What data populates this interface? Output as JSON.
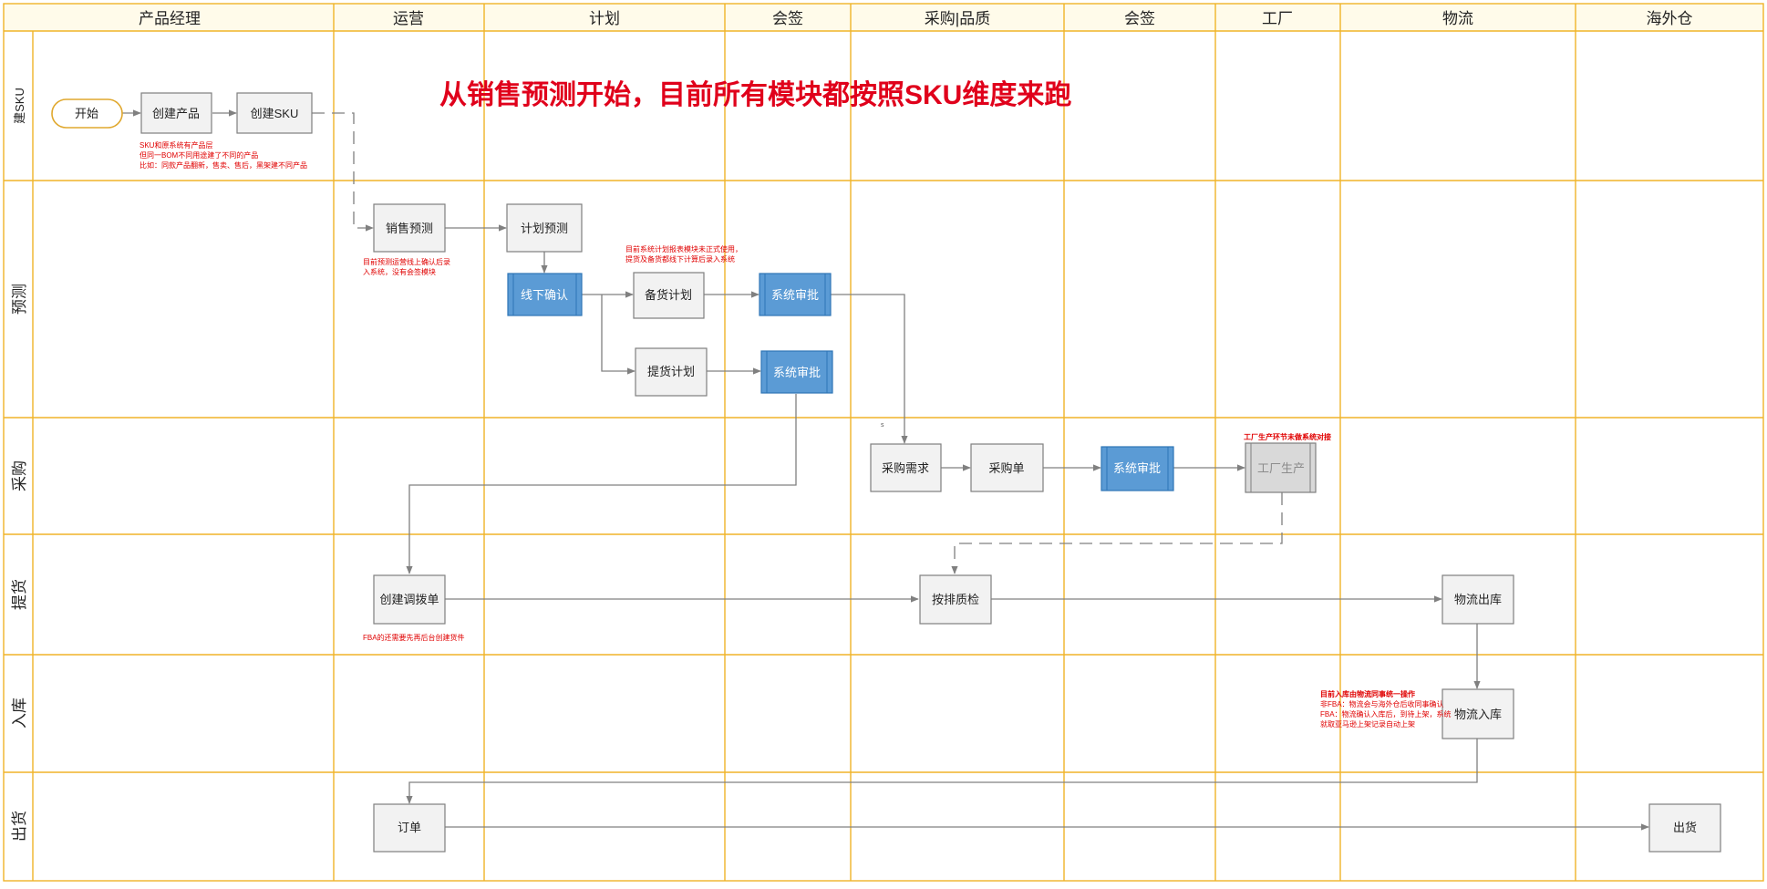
{
  "colors": {
    "grid": "#F0B429",
    "header_bg": "#FFFBEA",
    "edge": "#808080",
    "note": "#E00000",
    "title": "#E0001B",
    "node_bg": "#F2F2F2",
    "node_border": "#7F7F7F",
    "approval_bg": "#5B9BD5",
    "approval_border": "#2E75B6",
    "factory_bg": "#D9D9D9",
    "terminal_border": "#E0A82E"
  },
  "title": "从销售预测开始，目前所有模块都按照SKU维度来跑",
  "columns": [
    "产品经理",
    "运营",
    "计划",
    "会签",
    "采购|品质",
    "会签",
    "工厂",
    "物流",
    "海外仓"
  ],
  "lanes": [
    "建SKU",
    "预测",
    "采购",
    "提货",
    "入库",
    "出货"
  ],
  "nodes": {
    "start": "开始",
    "create_product": "创建产品",
    "create_sku": "创建SKU",
    "sales_forecast": "销售预测",
    "plan_forecast": "计划预测",
    "offline_confirm": "线下确认",
    "stock_plan": "备货计划",
    "approval_1": "系统审批",
    "pickup_plan": "提货计划",
    "approval_2": "系统审批",
    "purchase_demand": "采购需求",
    "purchase_order": "采购单",
    "approval_3": "系统审批",
    "factory_production": "工厂生产",
    "transfer_order": "创建调拨单",
    "quality_check": "按排质检",
    "logistics_out": "物流出库",
    "logistics_in": "物流入库",
    "order": "订单",
    "ship": "出货"
  },
  "notes": {
    "sku_note": [
      "SKU和原系统有产品层",
      "但同一BOM不同用途建了不同的产品",
      "比如：同款产品翻新，售卖、售后，黑架建不同产品"
    ],
    "forecast_note": [
      "目前预测运营线上确认后录",
      "入系统，没有会签模块"
    ],
    "plan_note": [
      "目前系统计划报表模块未正式使用，",
      "提货及备货都线下计算后录入系统"
    ],
    "factory_note": "工厂生产环节未做系统对接",
    "fba_note": "FBA的还需要先再后台创建货件",
    "warehousing_note": [
      "目前入库由物流同事统一操作",
      "非FBA：物流会与海外仓后收同事确认",
      "FBA：物流确认入库后，到待上架，系统",
      "就取亚马逊上架记录自动上架"
    ],
    "stray_mark": "s"
  }
}
